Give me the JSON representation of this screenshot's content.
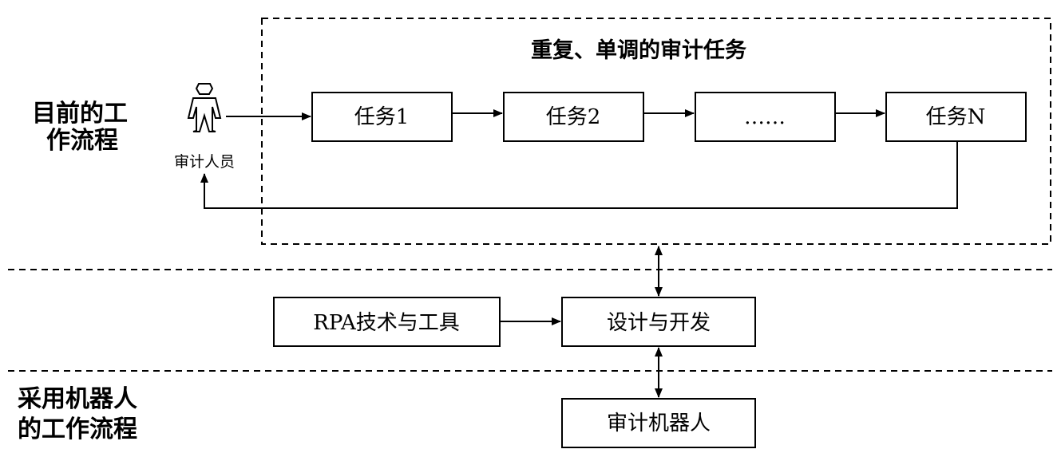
{
  "sections": {
    "current_line1": "目前的工",
    "current_line2": "作流程",
    "robot_line1": "采用机器人",
    "robot_line2": "的工作流程"
  },
  "process_group": {
    "title": "重复、单调的审计任务"
  },
  "person": {
    "icon": "person-icon",
    "label": "审计人员"
  },
  "tasks": [
    "任务1",
    "任务2",
    "……",
    "任务N"
  ],
  "development": {
    "tools": "RPA技术与工具",
    "design": "设计与开发",
    "robot": "审计机器人"
  }
}
